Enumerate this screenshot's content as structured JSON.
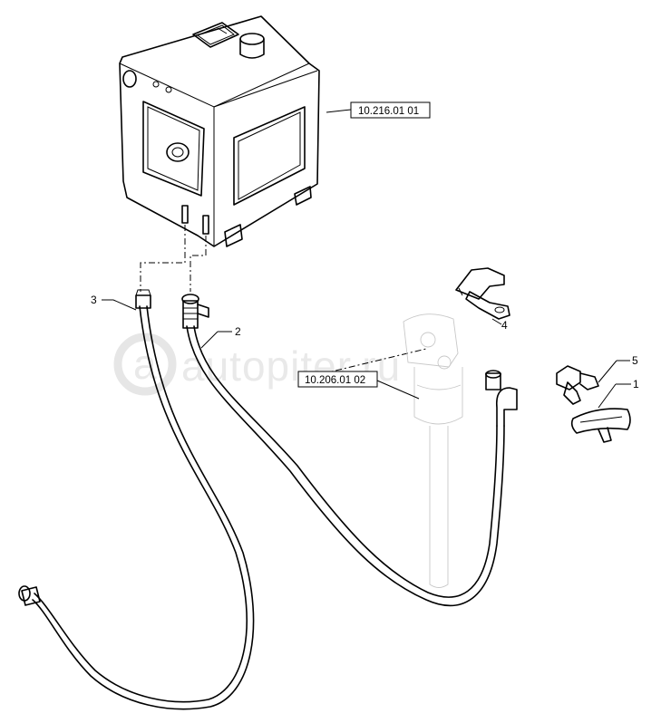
{
  "watermark": {
    "text": "autopiter.ru",
    "logo_text": "a"
  },
  "references": [
    {
      "id": "ref-tank",
      "text": "10.216.01 01"
    },
    {
      "id": "ref-filter",
      "text": "10.206.01 02"
    }
  ],
  "callouts": [
    {
      "id": "callout-1",
      "text": "1"
    },
    {
      "id": "callout-2",
      "text": "2"
    },
    {
      "id": "callout-3",
      "text": "3"
    },
    {
      "id": "callout-4",
      "text": "4"
    },
    {
      "id": "callout-5",
      "text": "5"
    }
  ]
}
